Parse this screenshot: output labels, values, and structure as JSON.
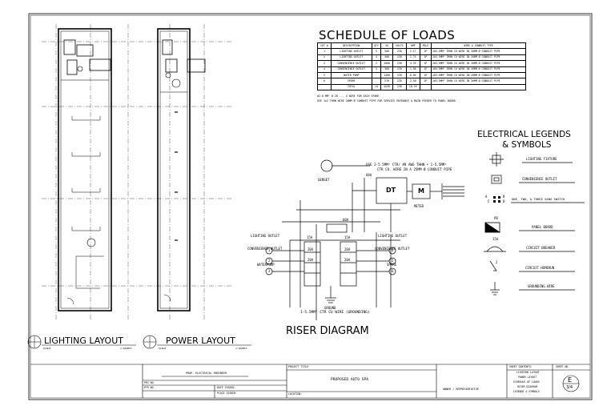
{
  "schedule": {
    "title": "SCHEDULE OF LOADS",
    "headers": [
      "CKT #",
      "DESCRIPTION",
      "QTY",
      "VA",
      "VOLTS",
      "AMP",
      "POLE",
      "WIRE & CONDUIT TYPE"
    ],
    "rows": [
      [
        "1",
        "LIGHTING OUTLET",
        "5",
        "500",
        "230",
        "2.17",
        "1P",
        "2#3.5MM² THHN CU WIRE IN 20MM Ø CONDUIT PIPE"
      ],
      [
        "2",
        "LIGHTING OUTLET",
        "4",
        "400",
        "230",
        "1.74",
        "1P",
        "2#3.5MM² THHN CU WIRE IN 20MM Ø CONDUIT PIPE"
      ],
      [
        "3",
        "CONVENIENCE OUTLET",
        "2",
        "1000",
        "230",
        "4.35",
        "1P",
        "2#3.5MM² THHN CU WIRE IN 20MM Ø CONDUIT PIPE"
      ],
      [
        "4",
        "CONVENIENCE OUTLET",
        "3",
        "360",
        "230",
        "1.56",
        "1P",
        "2#3.5MM² THHN CU WIRE IN 20MM Ø CONDUIT PIPE"
      ],
      [
        "5",
        "WATER PUMP",
        "",
        "1400",
        "230",
        "6.09",
        "1P",
        "2#3.5MM² THHN CU WIRE IN 20MM Ø CONDUIT PIPE"
      ],
      [
        "6",
        "SPARE",
        "",
        "570",
        "230",
        "2.50",
        "1P",
        "2#3.5MM² THHN CU WIRE IN 20MM Ø CONDUIT PIPE"
      ],
      [
        "",
        "TOTAL",
        "14",
        "4230",
        "230",
        "18.39",
        "",
        ""
      ]
    ],
    "notes": [
      "#2.0 MM² Ø 20 ... 4 WIRE FOR EACH SPARE",
      "USE 1x2 THHN WIRE 20MM Ø CONDUIT PIPE FOR SERVICE ENTRANCE & MAIN FEEDER TO PANEL BOARD"
    ]
  },
  "legend": {
    "title_line1": "ELECTRICAL LEGENDS",
    "title_line2": "& SYMBOLS",
    "items": [
      {
        "label": "LIGHTING FIXTURE",
        "icon": "lighting-fixture-icon"
      },
      {
        "label": "CONVENIENCE OUTLET",
        "icon": "convenience-outlet-icon"
      },
      {
        "label": "ONE, TWO, & THREE GANG SWITCH",
        "icon": "switch-icon"
      },
      {
        "label": "PANEL BOARD",
        "icon": "panel-board-icon"
      },
      {
        "label": "CIRCUIT BREAKER",
        "icon": "circuit-breaker-icon"
      },
      {
        "label": "CIRCUIT HOMERUN",
        "icon": "circuit-homerun-icon"
      },
      {
        "label": "GROUNDING WIRE",
        "icon": "grounding-wire-icon"
      }
    ],
    "pb_tag": "PB",
    "cb_tag": "15A",
    "homerun_tag": "2",
    "switch_tags": [
      "A",
      "B",
      "C",
      "D"
    ]
  },
  "riser": {
    "title": "RISER DIAGRAM",
    "service_note_1": "USE 2-5.5MM² CTR/ #8 AWG THHN + 1-5.5MM²",
    "service_note_2": "CTR CU. WIRE IN A 25MM Ø CONDUIT PIPE",
    "genset": "GENSET",
    "dt": "DT",
    "m": "M",
    "meter": "METER",
    "main_breaker": "60A",
    "panel_main": "60A",
    "breakers": [
      "15A",
      "15A",
      "20A",
      "20A",
      "20A",
      "20A"
    ],
    "circuit_labels": [
      {
        "text": "LIGHTING OUTLET",
        "num": "1"
      },
      {
        "text": "CONVENIENCE OUTLET",
        "num": "2"
      },
      {
        "text": "WATERPUMP",
        "num": "3"
      },
      {
        "text": "LIGHTING OUTLET",
        "num": "4"
      },
      {
        "text": "CONVENIENCE OUTLET",
        "num": "5"
      },
      {
        "text": "SPARE",
        "num": "6"
      }
    ],
    "ground_label": "GROUND",
    "ground_wire": "1-5.5MM² CTR CU WIRE (GROUNDING)"
  },
  "layouts": {
    "lighting_title": "LIGHTING LAYOUT",
    "power_title": "POWER LAYOUT",
    "scale_label": "SCALE:",
    "scale_value": "1:100MTS"
  },
  "title_block": {
    "company": "PROP. ELECTRICAL ENGINEER",
    "prc_label": "PRC NO.",
    "ptr_label": "PTR NO.",
    "date_issued": "DATE ISSUED:",
    "place_issued": "PLACE ISSUED:",
    "project_title_label": "PROJECT TITLE:",
    "project_title": "PROPOSED AUTO SPA",
    "location_label": "LOCATION:",
    "owner_label": "OWNER / REPRESENTATIVE",
    "sheet_contents_label": "SHEET CONTENTS:",
    "sheet_contents": [
      "LIGHTING LAYOUT",
      "POWER LAYOUT",
      "SCHEDULE OF LOADS",
      "RISER DIAGRAM",
      "LEGENDS & SYMBOLS"
    ],
    "sheet_no_label": "SHEET NO.",
    "sheet_letter": "E",
    "sheet_number": "3/4"
  }
}
